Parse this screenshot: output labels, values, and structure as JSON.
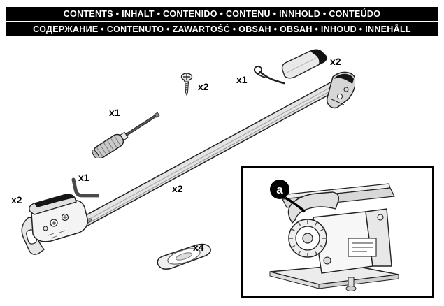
{
  "header": {
    "line1": "CONTENTS • INHALT • CONTENIDO • CONTENU • INNHOLD • CONTEÚDO",
    "line2": "СОДЕРЖАНИЕ • CONTENUTO • ZAWARTOŚĆ • OBSAH • OBSAH • INHOUD • INNEHÅLL"
  },
  "parts": {
    "screw": {
      "qty": "x2"
    },
    "pin": {
      "qty": "x1"
    },
    "pad": {
      "qty": "x2"
    },
    "screwdriver": {
      "qty": "x1"
    },
    "allen_key": {
      "qty": "x1"
    },
    "crossbar": {
      "qty": "x2"
    },
    "foot": {
      "qty": "x2"
    },
    "cover": {
      "qty": "x4"
    }
  },
  "inset": {
    "callout": "a"
  },
  "colors": {
    "header_bg": "#000000",
    "header_text": "#ffffff",
    "line_art": "#1a1a1a",
    "fill_light": "#f2f2f2",
    "fill_mid": "#d9d9d9"
  }
}
